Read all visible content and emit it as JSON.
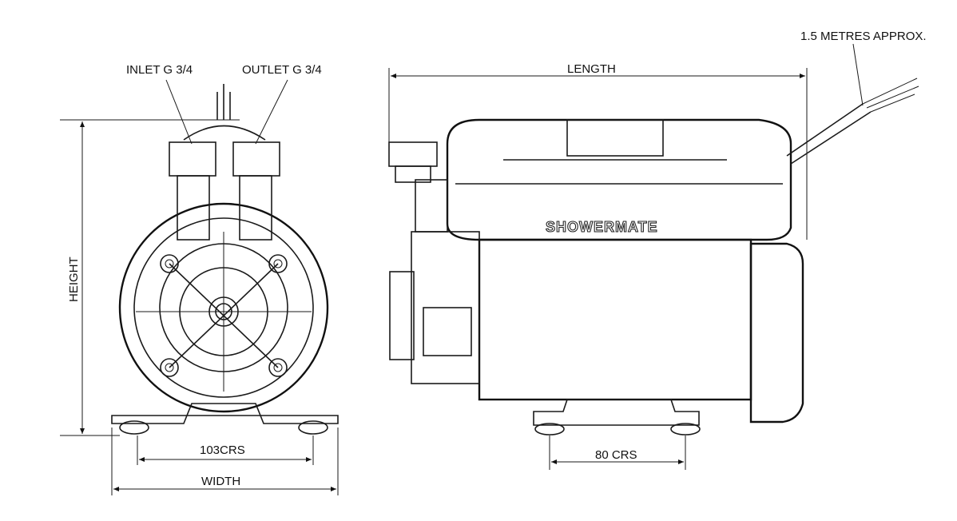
{
  "labels": {
    "inlet": "INLET G 3/4",
    "outlet": "OUTLET G 3/4",
    "height": "HEIGHT",
    "length": "LENGTH",
    "cable": "1.5 METRES APPROX.",
    "front_crs": "103CRS",
    "width": "WIDTH",
    "side_crs": "80 CRS"
  },
  "brand": "SHOWERMATE"
}
